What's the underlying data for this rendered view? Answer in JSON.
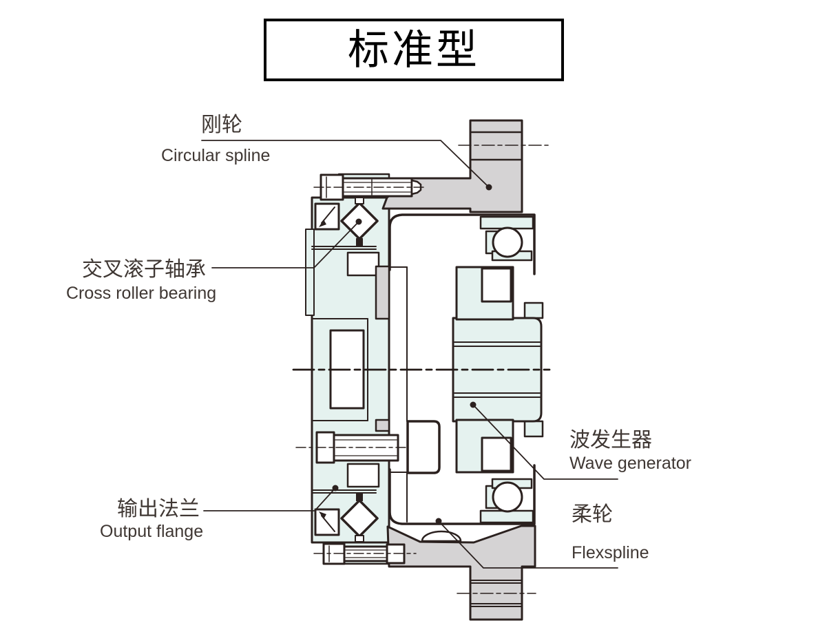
{
  "title": "标准型",
  "colors": {
    "outline": "#2b211f",
    "part_gray": "#d5d3d4",
    "part_mint": "#e5f2ef",
    "label_text": "#3f3733"
  },
  "labels": [
    {
      "id": "circular-spline",
      "zh": "刚轮",
      "en": "Circular spline"
    },
    {
      "id": "cross-roller-bearing",
      "zh": "交叉滚子轴承",
      "en": "Cross roller bearing"
    },
    {
      "id": "output-flange",
      "zh": "输出法兰",
      "en": "Output flange"
    },
    {
      "id": "wave-generator",
      "zh": "波发生器",
      "en": "Wave generator"
    },
    {
      "id": "flexspline",
      "zh": "柔轮",
      "en": "Flexspline"
    }
  ]
}
